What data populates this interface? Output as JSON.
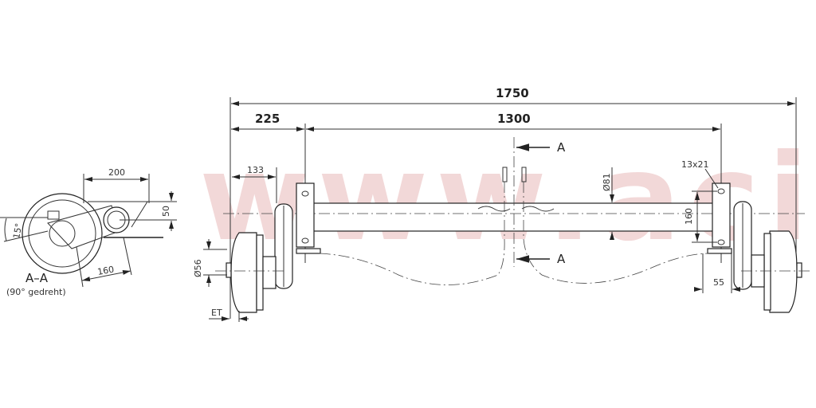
{
  "watermark": "www.aci.cz",
  "colors": {
    "watermark": "#e9b9b9",
    "lines": "#222222"
  },
  "dimensions": {
    "overall_length": "1750",
    "bracket_spacing": "1300",
    "bracket_offset": "225",
    "hub_offset": "133",
    "hub_diameter": "Ø56",
    "offset_et": "ET",
    "tube_diameter": "Ø81",
    "bracket_holes": "13x21",
    "hole_spacing": "160",
    "bracket_width": "55",
    "section_width": "200",
    "section_height": "50",
    "section_arm": "160",
    "section_angle": "15°"
  },
  "section": {
    "label": "A–A",
    "note": "(90° gedreht)",
    "marker_left": "A",
    "marker_right": "A"
  }
}
